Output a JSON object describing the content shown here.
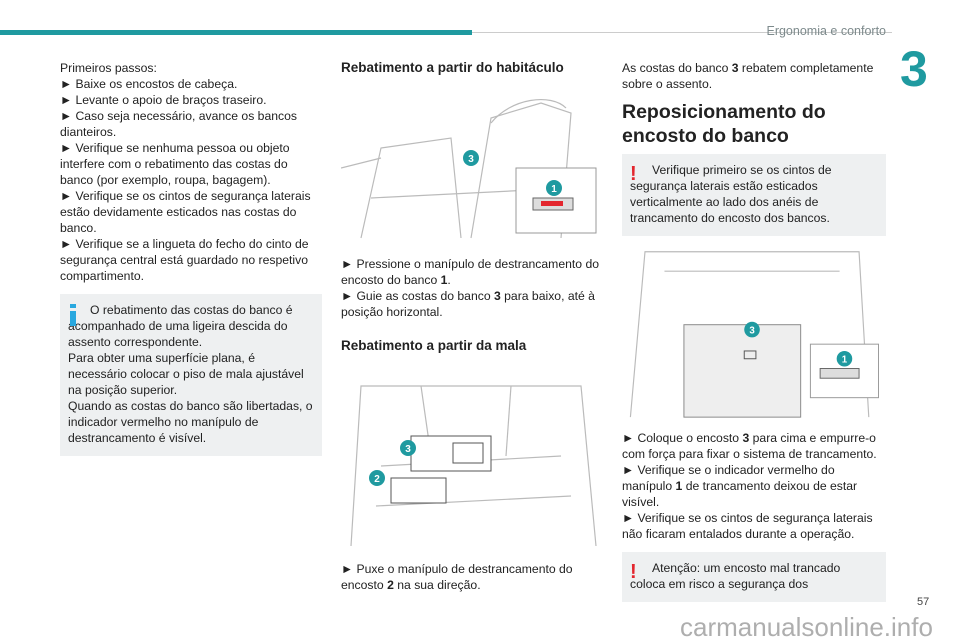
{
  "header": {
    "title": "Ergonomia e conforto",
    "chapter": "3",
    "page": "57",
    "watermark": "carmanualsonline.info"
  },
  "col1": {
    "lines": [
      "Primeiros passos:",
      "► Baixe os encostos de cabeça.",
      "► Levante o apoio de braços traseiro.",
      "► Caso seja necessário, avance os bancos dianteiros.",
      "► Verifique se nenhuma pessoa ou objeto interfere com o rebatimento das costas do banco (por exemplo, roupa, bagagem).",
      "► Verifique se os cintos de segurança laterais estão devidamente esticados nas costas do banco.",
      "► Verifique se a lingueta do fecho do cinto de segurança central está guardado no respetivo compartimento."
    ],
    "info": [
      "O rebatimento das costas do banco é acompanhado de uma ligeira descida do assento correspondente.",
      "Para obter uma superfície plana, é necessário colocar o piso de mala ajustável na posição superior.",
      "Quando as costas do banco são libertadas, o indicador vermelho no manípulo de destrancamento é visível."
    ]
  },
  "col2": {
    "h1": "Rebatimento a partir do habitáculo",
    "s1a": "► Pressione o manípulo de destrancamento do encosto do banco ",
    "s1a_b": "1",
    "s1a_e": ".",
    "s1b": "► Guie as costas do banco ",
    "s1b_b": "3",
    "s1b_e": " para baixo, até à posição horizontal.",
    "h2": "Rebatimento a partir da mala",
    "s2": "► Puxe o manípulo de destrancamento do encosto ",
    "s2_b": "2",
    "s2_e": " na sua direção.",
    "badges": [
      "1",
      "2",
      "3"
    ]
  },
  "col3": {
    "intro": "As costas do banco ",
    "intro_b": "3",
    "intro_e": " rebatem completamente sobre o assento.",
    "title": "Reposicionamento do encosto do banco",
    "warn1": "Verifique primeiro se os cintos de segurança laterais estão esticados verticalmente ao lado dos anéis de trancamento do encosto dos bancos.",
    "p1": "► Coloque o encosto ",
    "p1_b": "3",
    "p1_e": " para cima e empurre-o com força para fixar o sistema de trancamento.",
    "p2": "► Verifique se o indicador vermelho do manípulo ",
    "p2_b": "1",
    "p2_e": " de trancamento deixou de estar visível.",
    "p3": "► Verifique se os cintos de segurança laterais não ficaram entalados durante a operação.",
    "warn2": "Atenção: um encosto mal trancado coloca em risco a segurança dos"
  },
  "colors": {
    "accent": "#1f9aa0",
    "info": "#29a8df",
    "warning": "#e3262e",
    "box": "#eef0f1"
  }
}
